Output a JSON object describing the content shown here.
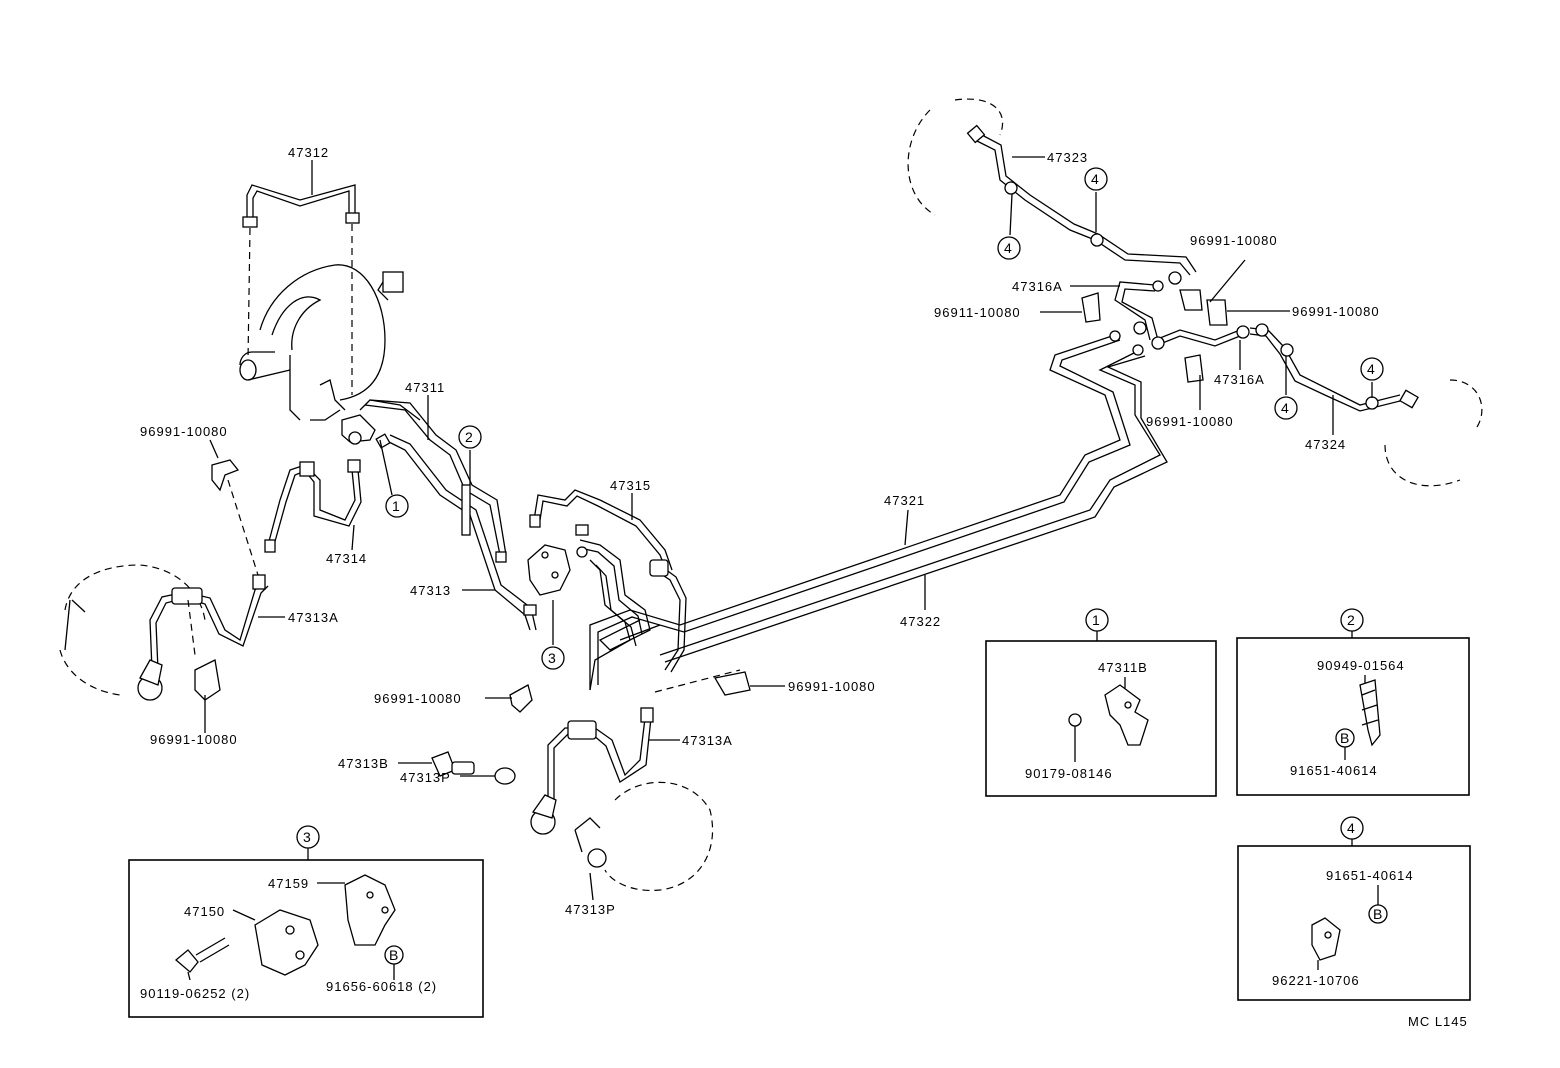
{
  "labels": {
    "p47312": "47312",
    "p47311": "47311",
    "p47314": "47314",
    "p47313": "47313",
    "p47313A_left": "47313A",
    "p47313A_right": "47313A",
    "p47313B": "47313B",
    "p47313P_a": "47313P",
    "p47313P_b": "47313P",
    "p47315": "47315",
    "p47321": "47321",
    "p47322": "47322",
    "p47323": "47323",
    "p47324": "47324",
    "p47316A_top": "47316A",
    "p47316A_mid": "47316A",
    "c96991_a": "96991-10080",
    "c96991_b": "96991-10080",
    "c96991_c": "96991-10080",
    "c96991_d": "96991-10080",
    "c96991_e": "96991-10080",
    "c96991_f": "96991-10080",
    "c96991_g": "96991-10080",
    "c96911": "96911-10080"
  },
  "callouts": {
    "n1": "1",
    "n2": "2",
    "n3": "3",
    "n4a": "4",
    "n4b": "4",
    "n4c": "4",
    "n4d": "4"
  },
  "inset1": {
    "number": "1",
    "part_a": "47311B",
    "part_b": "90179-08146"
  },
  "inset2": {
    "number": "2",
    "part_a": "90949-01564",
    "part_b": "91651-40614",
    "marker": "B"
  },
  "inset3": {
    "number": "3",
    "part_a": "47159",
    "part_b": "47150",
    "part_c": "90119-06252 (2)",
    "part_d": "91656-60618 (2)",
    "marker": "B"
  },
  "inset4": {
    "number": "4",
    "part_a": "91651-40614",
    "part_b": "96221-10706",
    "marker": "B"
  },
  "footer_code": "MC  L145"
}
